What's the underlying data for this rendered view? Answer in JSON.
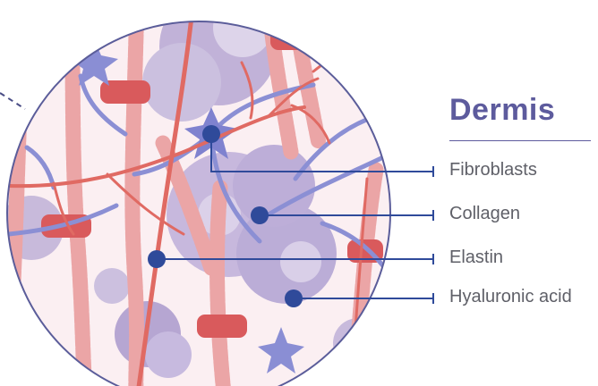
{
  "title": "Dermis",
  "labels": [
    {
      "text": "Fibroblasts",
      "marker": "fibroblast-marker"
    },
    {
      "text": "Collagen",
      "marker": "collagen-marker"
    },
    {
      "text": "Elastin",
      "marker": "elastin-marker"
    },
    {
      "text": "Hyaluronic acid",
      "marker": "hyaluronic-marker"
    }
  ],
  "colors": {
    "accent": "#5d5b9d",
    "marker": "#2f4a9a",
    "leader": "#2f4a9a",
    "label_text": "#5f6068",
    "circle_border": "#5b5d9a",
    "background_tissue": "#fbeff2",
    "collagen_fiber": "#eaa6a7",
    "elastin_fiber": "#e26a63",
    "fibroblast": "#8d8fd3",
    "hyaluronic_sphere": "#c2b2d9",
    "collagen_band": "#db5a5d"
  }
}
